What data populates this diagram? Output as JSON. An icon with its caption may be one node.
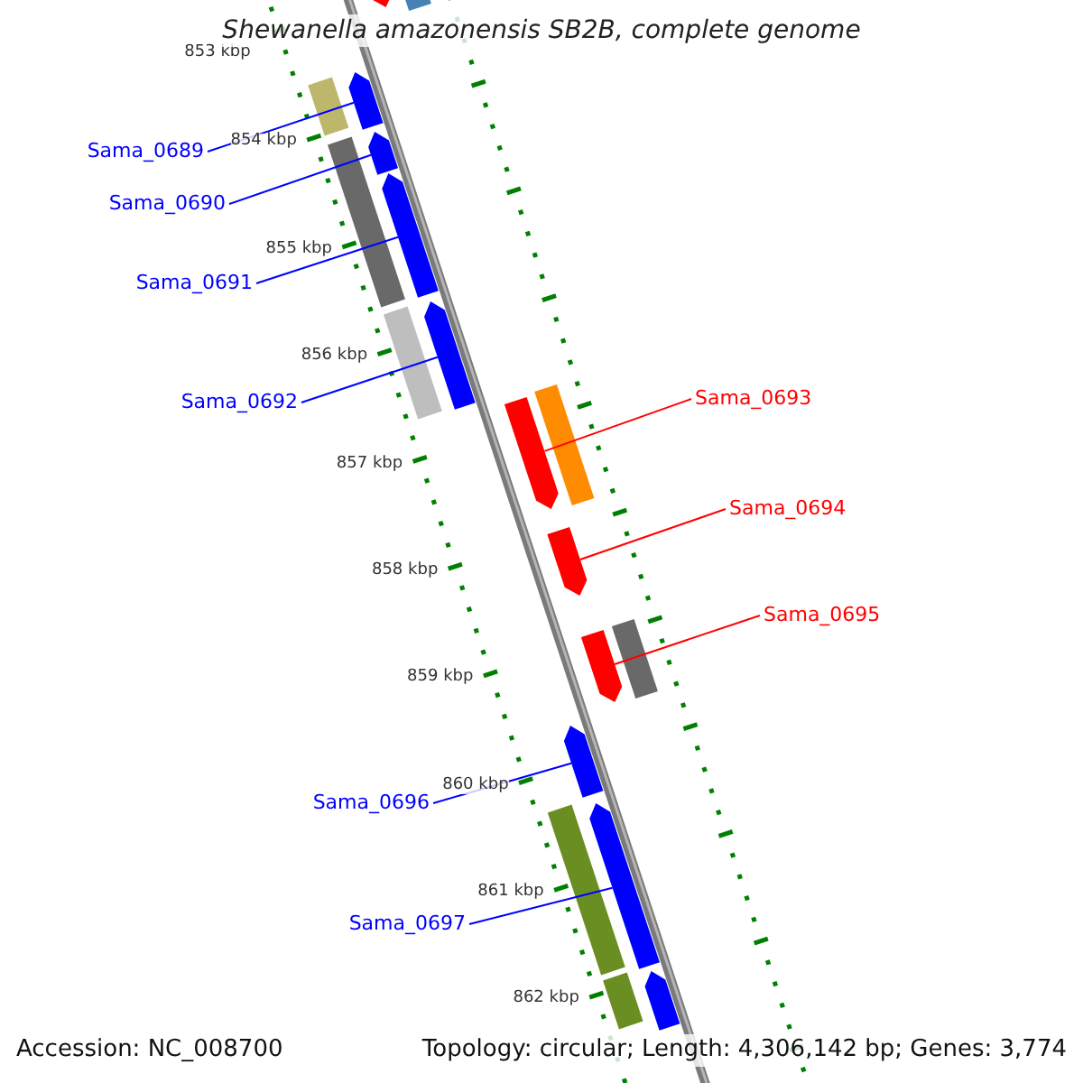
{
  "diagram": {
    "title": "Shewanella amazonensis SB2B, complete genome",
    "nodes": [
      {
        "text": [
          "Sama_0689"
        ]
      },
      {
        "text": [
          "Sama_0690"
        ]
      },
      {
        "text": [
          "Sama_0691"
        ]
      },
      {
        "text": [
          "Sama_0692"
        ]
      },
      {
        "text": [
          "Sama_0693"
        ]
      },
      {
        "text": [
          "Sama_0694"
        ]
      },
      {
        "text": [
          "Sama_0695"
        ]
      },
      {
        "text": [
          "Sama_0696"
        ]
      },
      {
        "text": [
          "Sama_0697"
        ]
      },
      {
        "text": [],
        "shape": "bar"
      },
      {
        "text": [],
        "shape": "bar"
      },
      {
        "text": [],
        "shape": "bar"
      },
      {
        "text": [],
        "shape": "bar"
      },
      {
        "text": [],
        "shape": "bar"
      },
      {
        "text": [],
        "shape": "bar"
      },
      {
        "text": [],
        "shape": "bar"
      },
      {
        "text": [],
        "shape": "bar"
      },
      {
        "text": [],
        "shape": "bar"
      },
      {
        "text": [],
        "shape": "bar"
      },
      {
        "text": [],
        "shape": "bar"
      },
      {
        "text": [],
        "shape": "bar"
      },
      {
        "text": [],
        "shape": "bar"
      },
      {
        "text": [],
        "shape": "bar"
      },
      {
        "text": [],
        "shape": "bar"
      },
      {
        "text": [],
        "shape": "bar"
      },
      {
        "text": [],
        "shape": "bar"
      },
      {
        "text": [],
        "shape": "bar"
      },
      {
        "text": [],
        "shape": "bar"
      }
    ],
    "edges": [
      {
        "from": 0,
        "to": 9,
        "arrow": "none"
      },
      {
        "from": 1,
        "to": 10,
        "arrow": "none"
      },
      {
        "from": 2,
        "to": 11,
        "arrow": "none"
      },
      {
        "from": 3,
        "to": 12,
        "arrow": "none"
      },
      {
        "from": 4,
        "to": 13,
        "arrow": "none",
        "color": "#ff0000"
      },
      {
        "from": 5,
        "to": 14,
        "arrow": "none",
        "color": "#ff0000"
      },
      {
        "from": 6,
        "to": 15,
        "arrow": "none",
        "color": "#ff0000"
      },
      {
        "from": 7,
        "to": 16,
        "arrow": "none"
      },
      {
        "from": 8,
        "to": 17,
        "arrow": "none"
      }
    ],
    "labels": [
      "853 kbp",
      "854 kbp",
      "855 kbp",
      "856 kbp",
      "857 kbp",
      "858 kbp",
      "859 kbp",
      "860 kbp",
      "861 kbp",
      "862 kbp",
      "Accession: NC_008700",
      "Topology: circular; Length: 4,306,142 bp; Genes: 3,774"
    ]
  }
}
